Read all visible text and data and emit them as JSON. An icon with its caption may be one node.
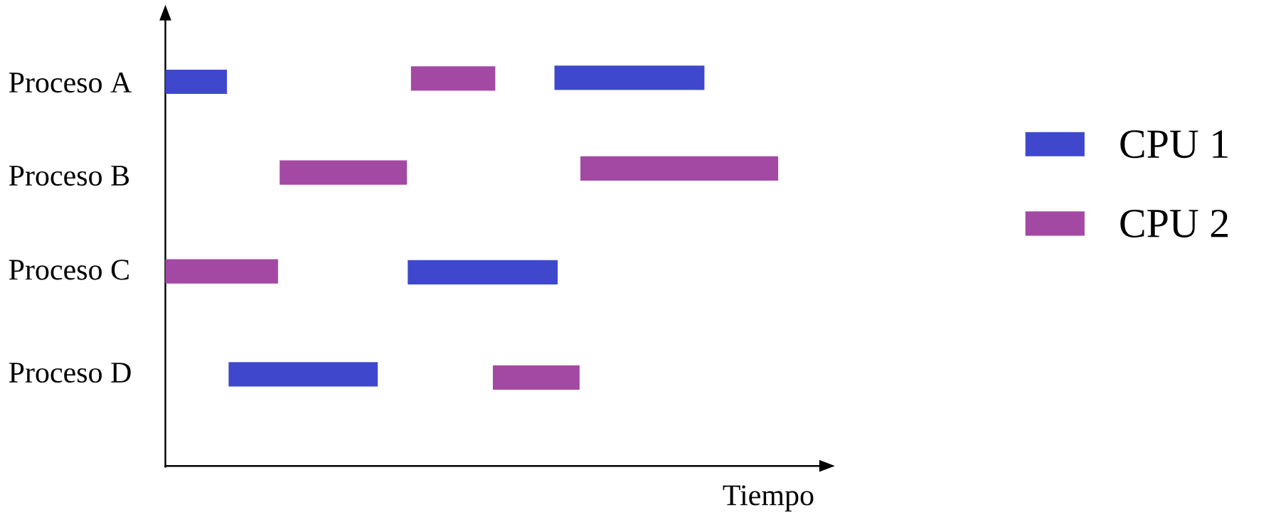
{
  "diagram": {
    "labels": [
      "Proceso A",
      "Proceso B",
      "Proceso C",
      "Proceso D",
      "Tiempo"
    ],
    "legend": [
      {
        "text": "CPU 1",
        "color": "#3f48cc"
      },
      {
        "text": "CPU 2",
        "color": "#a349a4"
      }
    ]
  }
}
